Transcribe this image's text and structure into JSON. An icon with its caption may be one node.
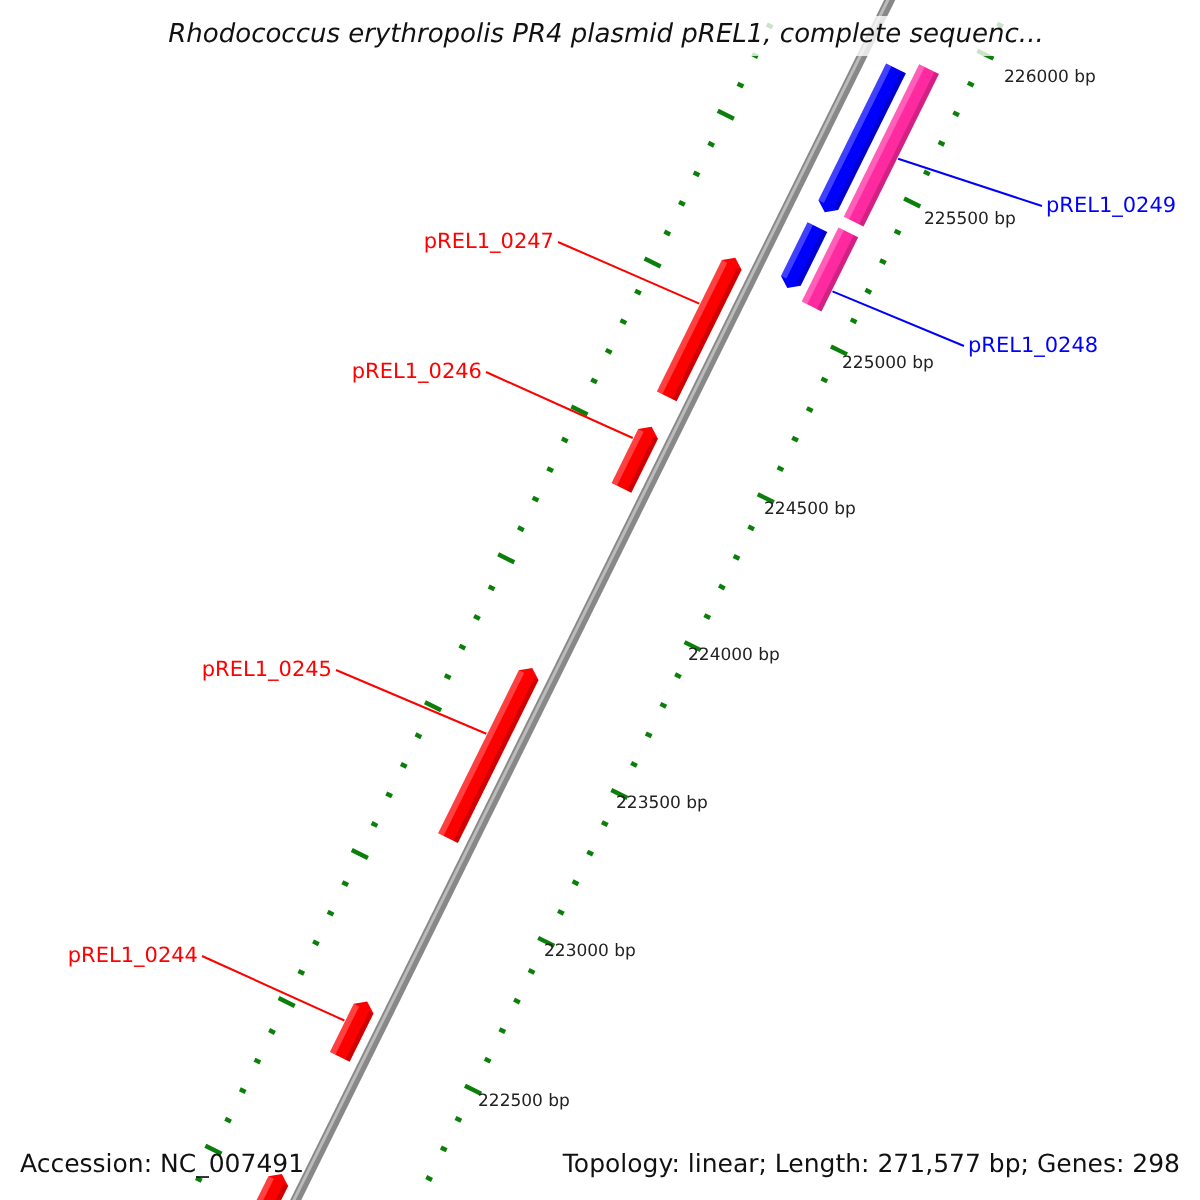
{
  "diagram": {
    "title": "Rhodococcus erythropolis PR4 plasmid pREL1, complete sequenc...",
    "nodes": [
      {
        "text": [
          "pREL1_0249"
        ]
      },
      {
        "text": [],
        "shape": "bar"
      },
      {
        "text": [
          "pREL1_0248"
        ]
      },
      {
        "text": [],
        "shape": "bar"
      },
      {
        "text": [
          "pREL1_0247"
        ]
      },
      {
        "text": [],
        "shape": "bar"
      },
      {
        "text": [
          "pREL1_0246"
        ]
      },
      {
        "text": [],
        "shape": "bar"
      },
      {
        "text": [
          "pREL1_0245"
        ]
      },
      {
        "text": [],
        "shape": "bar"
      },
      {
        "text": [
          "pREL1_0244"
        ]
      },
      {
        "text": [],
        "shape": "bar"
      },
      {
        "text": [],
        "shape": "bar"
      },
      {
        "text": [],
        "shape": "bar"
      },
      {
        "text": [],
        "shape": "bar"
      }
    ],
    "edges": [
      {
        "from": 0,
        "to": 1,
        "arrow": "none",
        "color": "#0000ff"
      },
      {
        "from": 2,
        "to": 3,
        "arrow": "none",
        "color": "#0000ff"
      },
      {
        "from": 4,
        "to": 5,
        "arrow": "none"
      },
      {
        "from": 6,
        "to": 7,
        "arrow": "none"
      },
      {
        "from": 8,
        "to": 9,
        "arrow": "none"
      },
      {
        "from": 10,
        "to": 11,
        "arrow": "none"
      }
    ],
    "labels": [
      "226000 bp",
      "225500 bp",
      "225000 bp",
      "224500 bp",
      "224000 bp",
      "223500 bp",
      "223000 bp",
      "222500 bp",
      "Accession: NC_007491",
      "Topology: linear; Length: 271,577 bp; Genes: 298"
    ]
  }
}
